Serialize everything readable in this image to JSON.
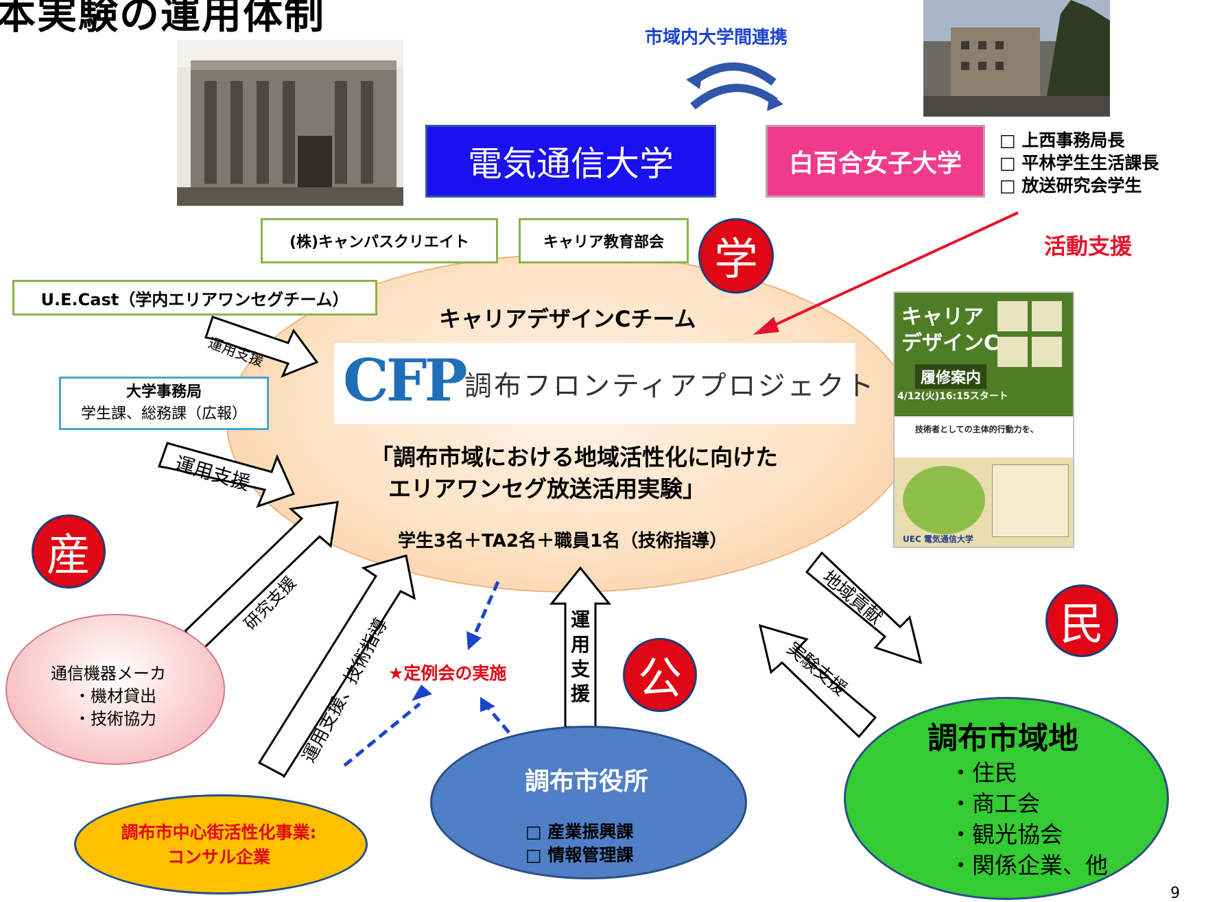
{
  "title": "本実験の運用体制",
  "page_number": "9",
  "universities": {
    "collab_label": "市域内大学間連携",
    "uec": "電気通信大学",
    "shirayuri": "白百合女子大学",
    "shirayuri_members": [
      "□ 上西事務局長",
      "□ 平林学生生活課長",
      "□ 放送研究会学生"
    ],
    "activity_support": "活動支援"
  },
  "partners": {
    "campus_create": "(株)キャンパスクリエイト",
    "career_edu": "キャリア教育部会",
    "uecast": "U.E.Cast（学内エリアワンセグチーム）",
    "office_title": "大学事務局",
    "office_sub": "学生課、総務課（広報）"
  },
  "center": {
    "team": "キャリアデザインCチーム",
    "cfp_logo": "CFP",
    "cfp_name": "調布フロンティアプロジェクト",
    "project_line1": "「調布市域における地域活性化に向けた",
    "project_line2": "エリアワンセグ放送活用実験」",
    "members": "学生3名＋TA2名＋職員1名（技術指導）"
  },
  "sectors": {
    "gaku": "学",
    "san": "産",
    "ko": "公",
    "min": "民"
  },
  "arrows": {
    "unyo1": "運用支援",
    "unyo2": "運用支援",
    "kenkyu": "研究支援",
    "unyo_gijutsu": "運用支援、技術指導",
    "unyo_vertical": "運用支援",
    "chiiki": "地域貢献",
    "jikken": "実験支援"
  },
  "meeting": "★定例会の実施",
  "manufacturer": {
    "title": "通信機器メーカ",
    "items": [
      "・機材貸出",
      "・技術協力"
    ]
  },
  "consultant": {
    "line1": "調布市中心街活性化事業:",
    "line2": "コンサル企業"
  },
  "city_hall": {
    "title": "調布市役所",
    "items": [
      "□ 産業振興課",
      "□ 情報管理課"
    ]
  },
  "region": {
    "title": "調布市域地",
    "items": [
      "・住民",
      "・商工会",
      "・観光協会",
      "・関係企業、他"
    ]
  },
  "flyer": {
    "title1": "キャリア",
    "title2": "デザインC",
    "course": "履修案内",
    "date": "4/12(火)16:15スタート",
    "catch": "技術者としての主体的行動力を、",
    "footer": "UEC 電気通信大学"
  },
  "colors": {
    "uec_blue": "#1a10f0",
    "shirayuri_pink": "#f03b8c",
    "sector_red": "#e10613",
    "support_red": "#e8102a",
    "collab_blue": "#1c44cc",
    "meeting_red": "#e10613"
  }
}
